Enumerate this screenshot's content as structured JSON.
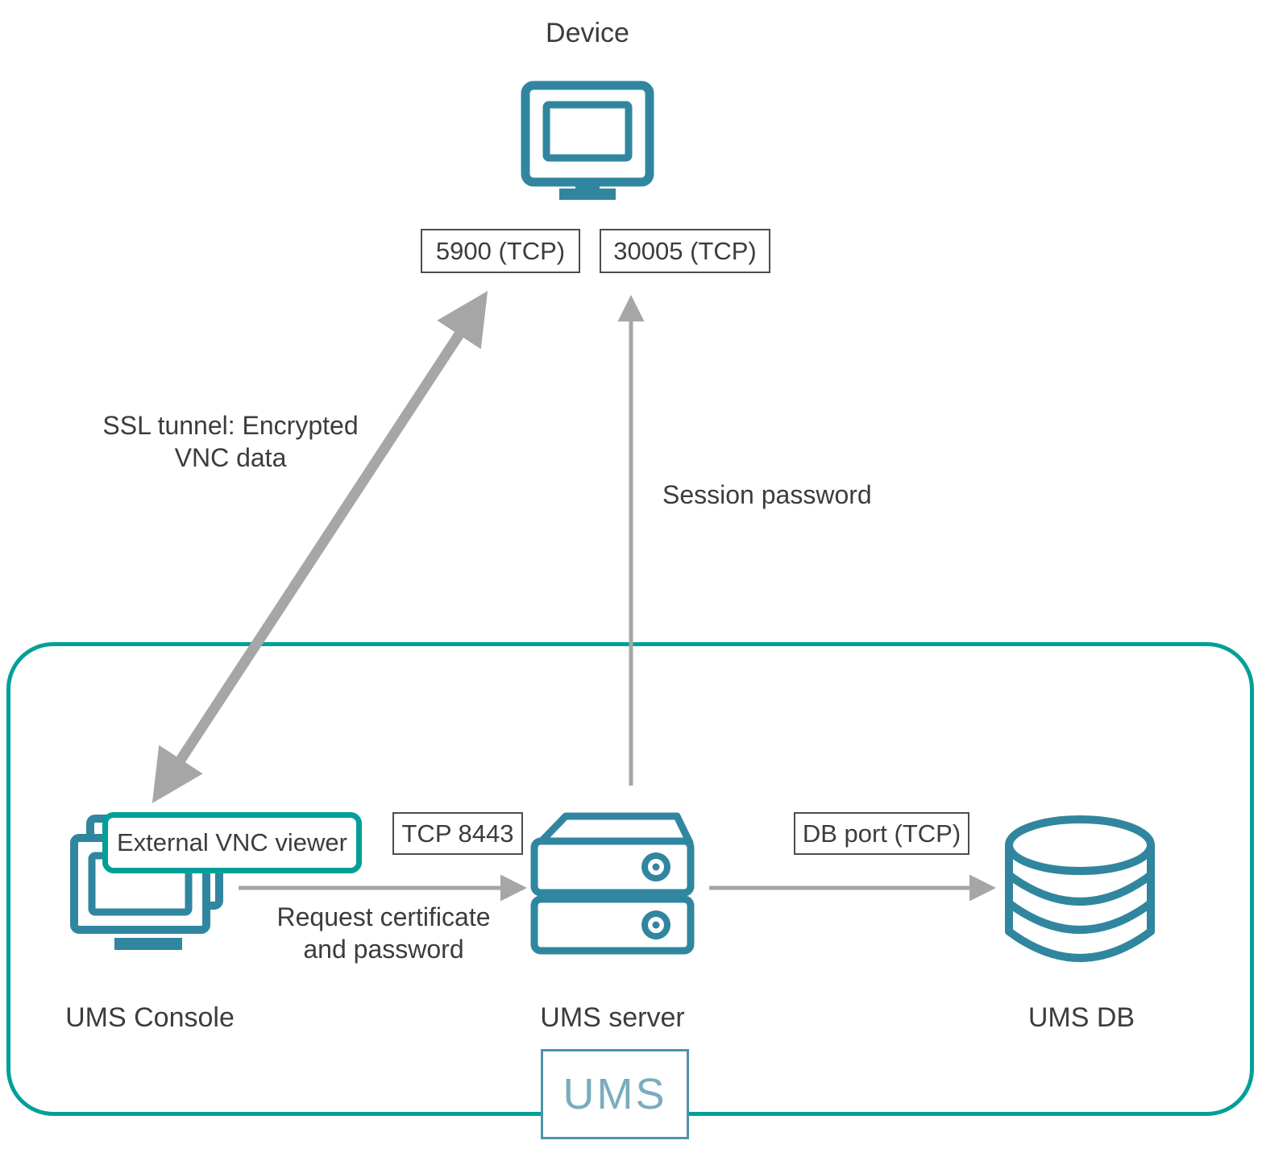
{
  "colors": {
    "teal": "#31869F",
    "green": "#00A099",
    "gray": "#A6A6A6",
    "text": "#3C3C3C",
    "box_border": "#4D4D4D",
    "logo_border": "#4D94A8",
    "logo_text": "#7AACBE"
  },
  "nodes": {
    "device": {
      "label": "Device"
    },
    "ums_console": {
      "label": "UMS Console",
      "badge": "External VNC viewer"
    },
    "ums_server": {
      "label": "UMS server"
    },
    "ums_db": {
      "label": "UMS DB"
    }
  },
  "ports": {
    "device_vnc": "5900 (TCP)",
    "device_session": "30005 (TCP)",
    "server_tcp": "TCP 8443",
    "db": "DB port (TCP)"
  },
  "arrows": {
    "ssl_tunnel": {
      "label": "SSL tunnel: Encrypted\nVNC data"
    },
    "session_password": {
      "label": "Session password"
    },
    "request": {
      "label": "Request certificate\nand password"
    }
  },
  "logo": {
    "text": "UMS"
  }
}
